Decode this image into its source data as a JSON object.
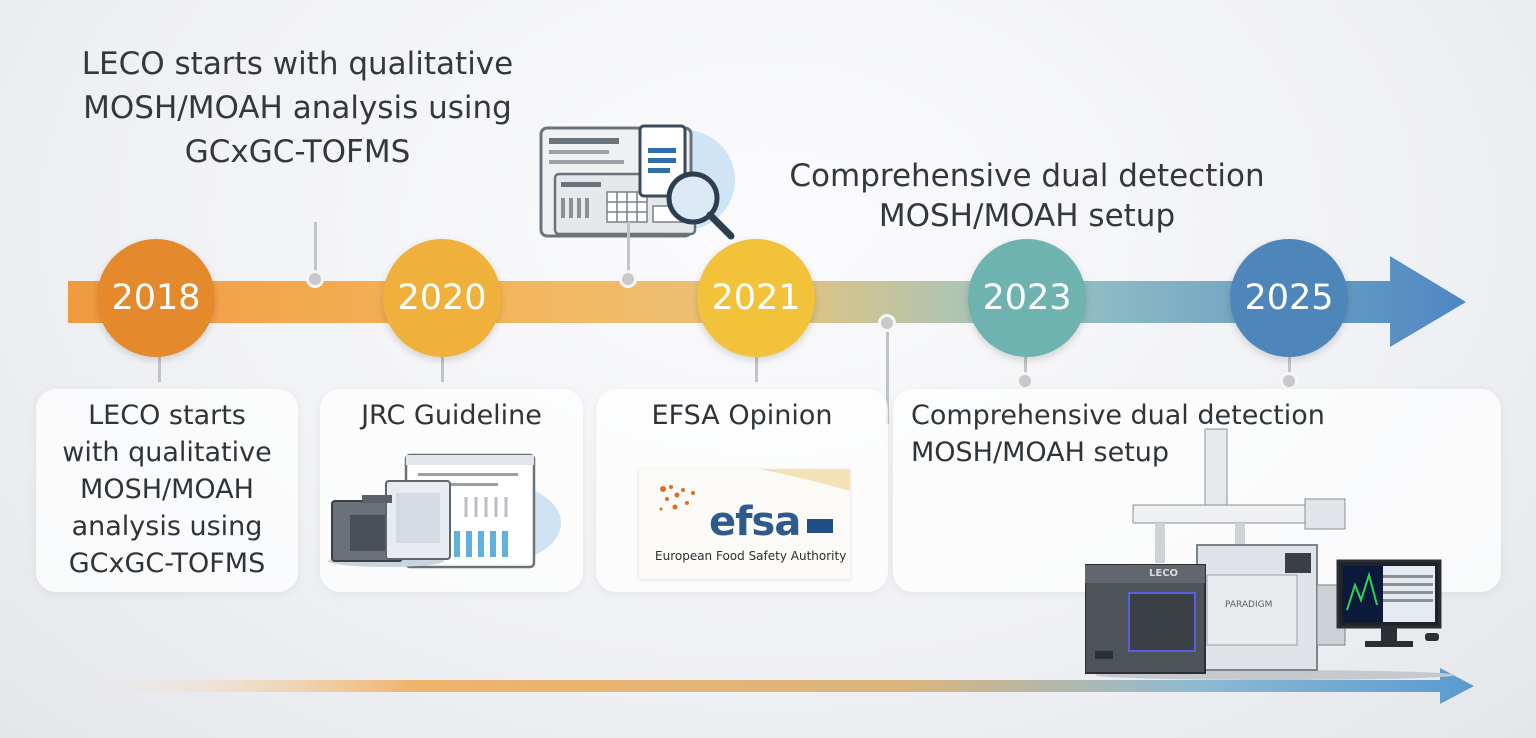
{
  "top_annotations": {
    "leco_2018": "LECO starts with qualitative MOSH/MOAH analysis using GCxGC-TOFMS",
    "dual_detection": "Comprehensive dual detection MOSH/MOAH setup"
  },
  "milestones": [
    {
      "year": "2018",
      "color": "#e58a2c"
    },
    {
      "year": "2020",
      "color": "#f0b13c"
    },
    {
      "year": "2021",
      "color": "#f2c23b"
    },
    {
      "year": "2023",
      "color": "#6fb3b0"
    },
    {
      "year": "2025",
      "color": "#4f86b9"
    }
  ],
  "cards": [
    {
      "title": "LECO starts with qualitative MOSH/MOAH analysis using GCxGC-TOFMS"
    },
    {
      "title": "JRC Guideline"
    },
    {
      "title": "EFSA Opinion"
    },
    {
      "title": "Comprehensive dual detection MOSH/MOAH setup"
    }
  ],
  "efsa_logo": {
    "wordmark": "efsa",
    "authority": "European Food Safety Authority"
  },
  "instrument": {
    "brand": "LECO",
    "model": "PARADIGM"
  },
  "icons": {
    "document": "document-magnifier-icon",
    "jrc": "lab-instrument-chart-icon",
    "instrument": "gc-instrument-icon"
  }
}
